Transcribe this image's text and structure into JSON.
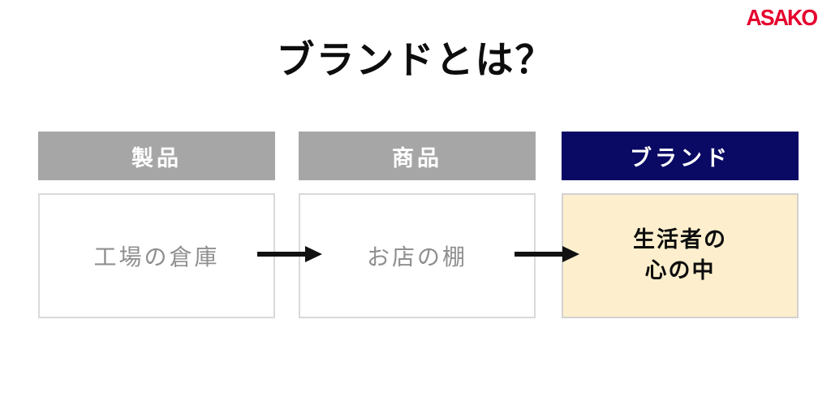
{
  "slide": {
    "logo_text": "ASAKO",
    "title": "ブランドとは？",
    "columns": [
      {
        "header": "製品",
        "body": "工場の倉庫"
      },
      {
        "header": "商品",
        "body": "お店の棚"
      },
      {
        "header": "ブランド",
        "body_line1": "生活者の",
        "body_line2": "心の中"
      }
    ],
    "colors": {
      "header_gray": "#a6a6a6",
      "header_navy": "#0a0a64",
      "brand_box_bg": "#fdefcd",
      "plain_box_border": "#d9d9d9",
      "plain_text_gray": "#8f8f8f",
      "logo_red": "#e5002d",
      "arrow_black": "#111111"
    }
  }
}
